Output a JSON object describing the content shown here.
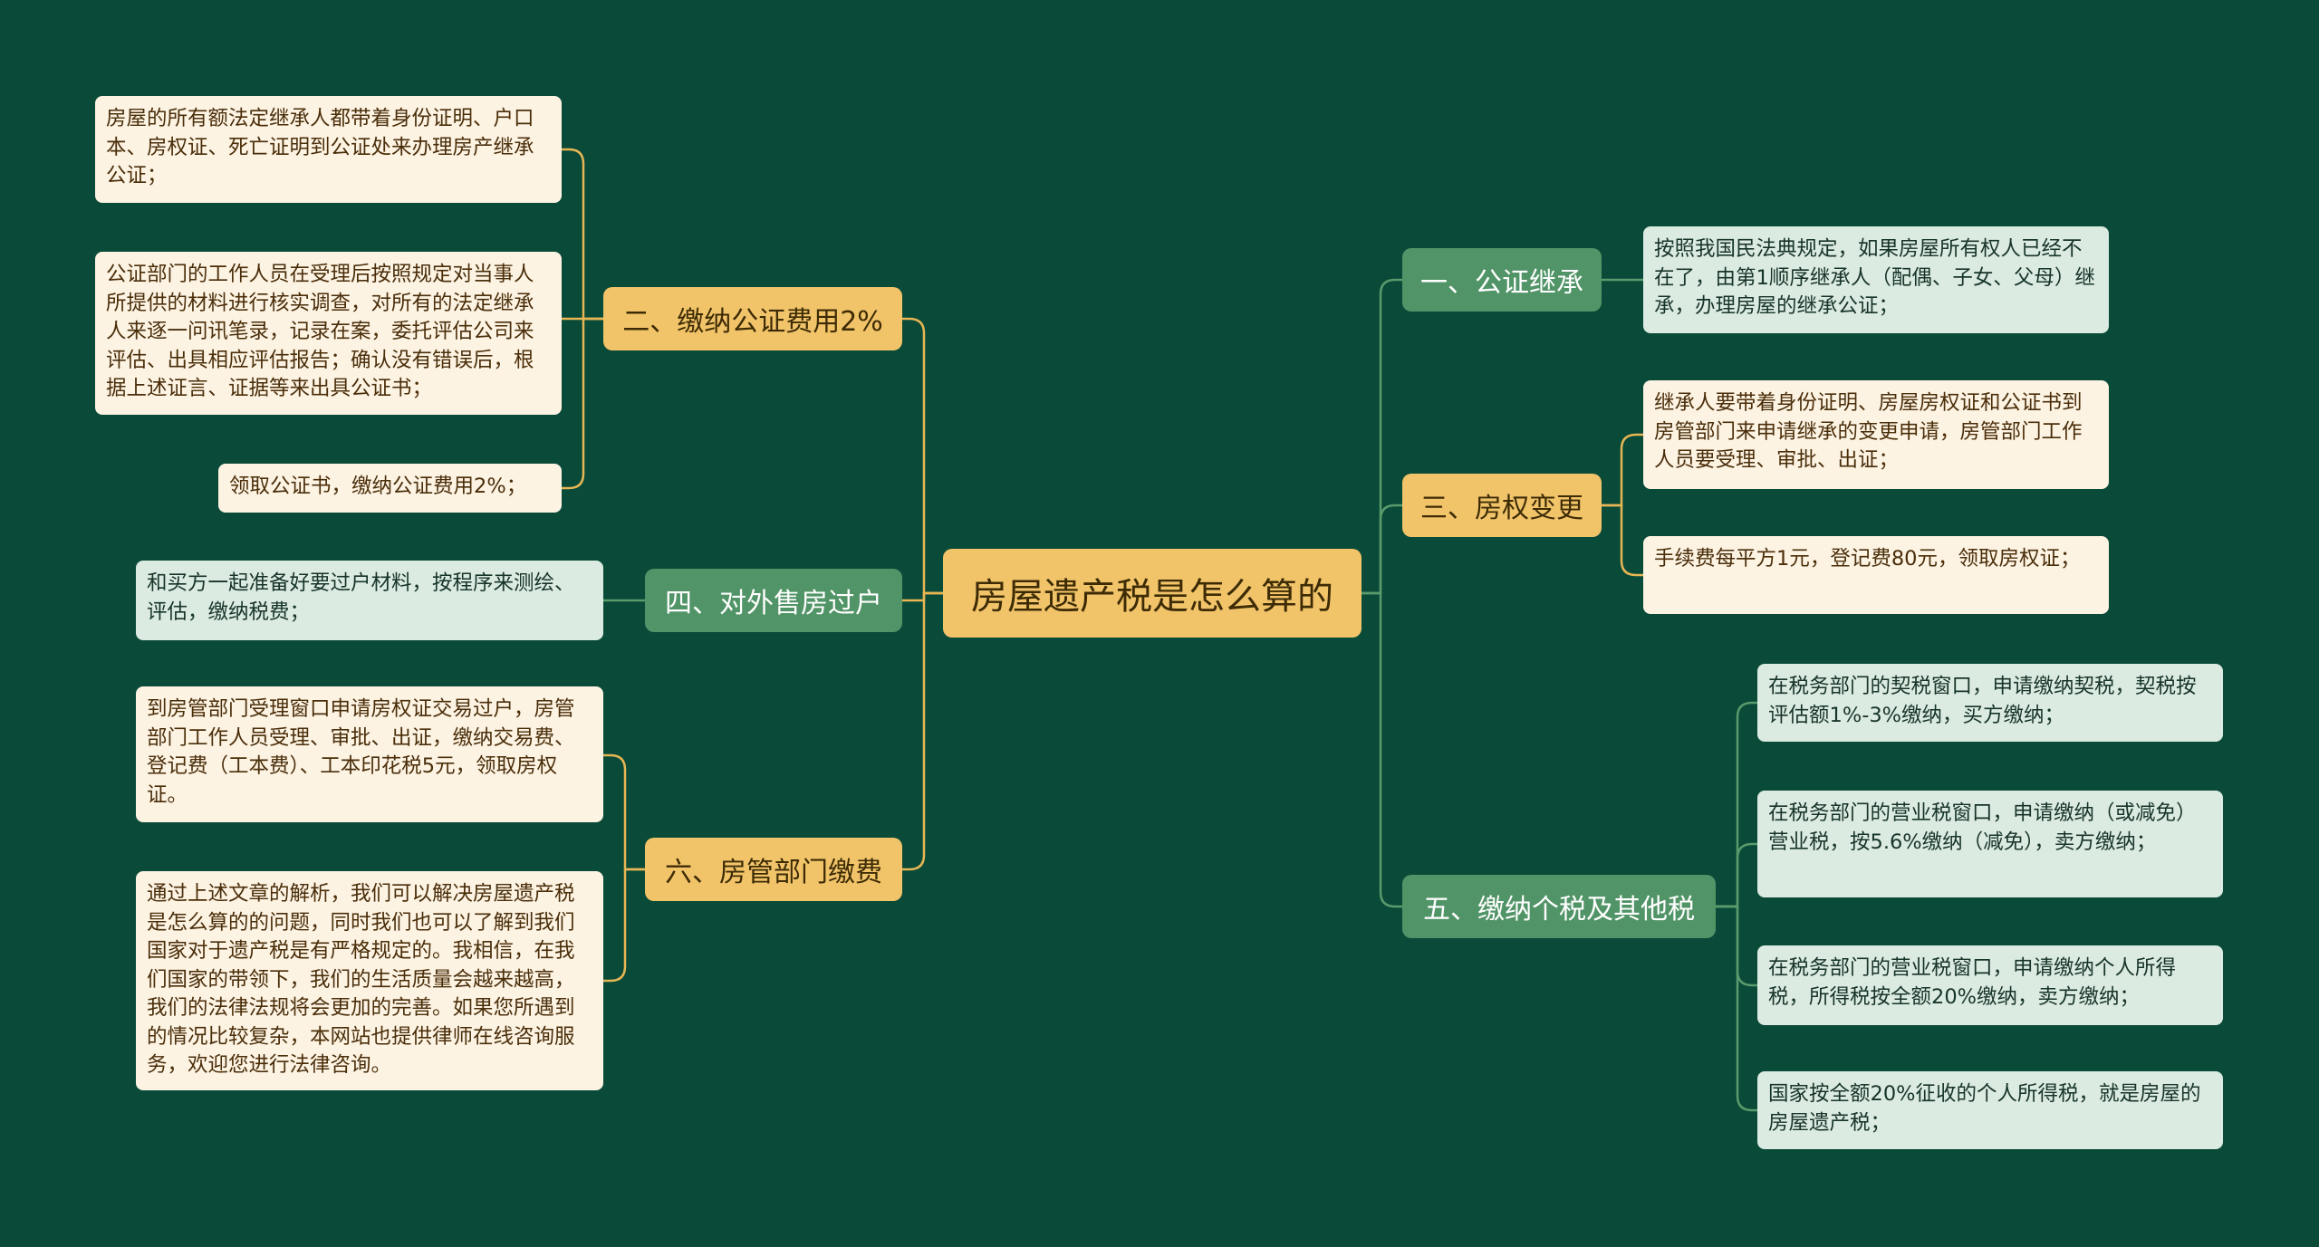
{
  "mindmap": {
    "root": "房屋遗产税是怎么算的",
    "branches": {
      "b2": {
        "label": "二、缴纳公证费用2%",
        "leaves": [
          "房屋的所有额法定继承人都带着身份证明、户口本、房权证、死亡证明到公证处来办理房产继承公证；",
          "公证部门的工作人员在受理后按照规定对当事人所提供的材料进行核实调查，对所有的法定继承人来逐一问讯笔录，记录在案，委托评估公司来评估、出具相应评估报告；确认没有错误后，根据上述证言、证据等来出具公证书；",
          "领取公证书，缴纳公证费用2%；"
        ]
      },
      "b4": {
        "label": "四、对外售房过户",
        "leaves": [
          "和买方一起准备好要过户材料，按程序来测绘、评估，缴纳税费；"
        ]
      },
      "b6": {
        "label": "六、房管部门缴费",
        "leaves": [
          "到房管部门受理窗口申请房权证交易过户，房管部门工作人员受理、审批、出证，缴纳交易费、登记费（工本费）、工本印花税5元，领取房权证。",
          "通过上述文章的解析，我们可以解决房屋遗产税是怎么算的的问题，同时我们也可以了解到我们国家对于遗产税是有严格规定的。我相信，在我们国家的带领下，我们的生活质量会越来越高，我们的法律法规将会更加的完善。如果您所遇到的情况比较复杂，本网站也提供律师在线咨询服务，欢迎您进行法律咨询。"
        ]
      },
      "b1": {
        "label": "一、公证继承",
        "leaves": [
          "按照我国民法典规定，如果房屋所有权人已经不在了，由第1顺序继承人（配偶、子女、父母）继承，办理房屋的继承公证；"
        ]
      },
      "b3": {
        "label": "三、房权变更",
        "leaves": [
          "继承人要带着身份证明、房屋房权证和公证书到房管部门来申请继承的变更申请，房管部门工作人员要受理、审批、出证；",
          "手续费每平方1元，登记费80元，领取房权证；"
        ]
      },
      "b5": {
        "label": "五、缴纳个税及其他税",
        "leaves": [
          "在税务部门的契税窗口，申请缴纳契税，契税按评估额1%-3%缴纳，买方缴纳；",
          "在税务部门的营业税窗口，申请缴纳（或减免）营业税，按5.6%缴纳（减免），卖方缴纳；",
          "在税务部门的营业税窗口，申请缴纳个人所得税，所得税按全额20%缴纳，卖方缴纳；",
          "国家按全额20%征收的个人所得税，就是房屋的房屋遗产税；"
        ]
      }
    }
  },
  "colors": {
    "background": "#094a38",
    "orange": "#f2c46a",
    "green": "#519467",
    "orange_line": "#e8b654",
    "green_line": "#5a9a6c"
  }
}
